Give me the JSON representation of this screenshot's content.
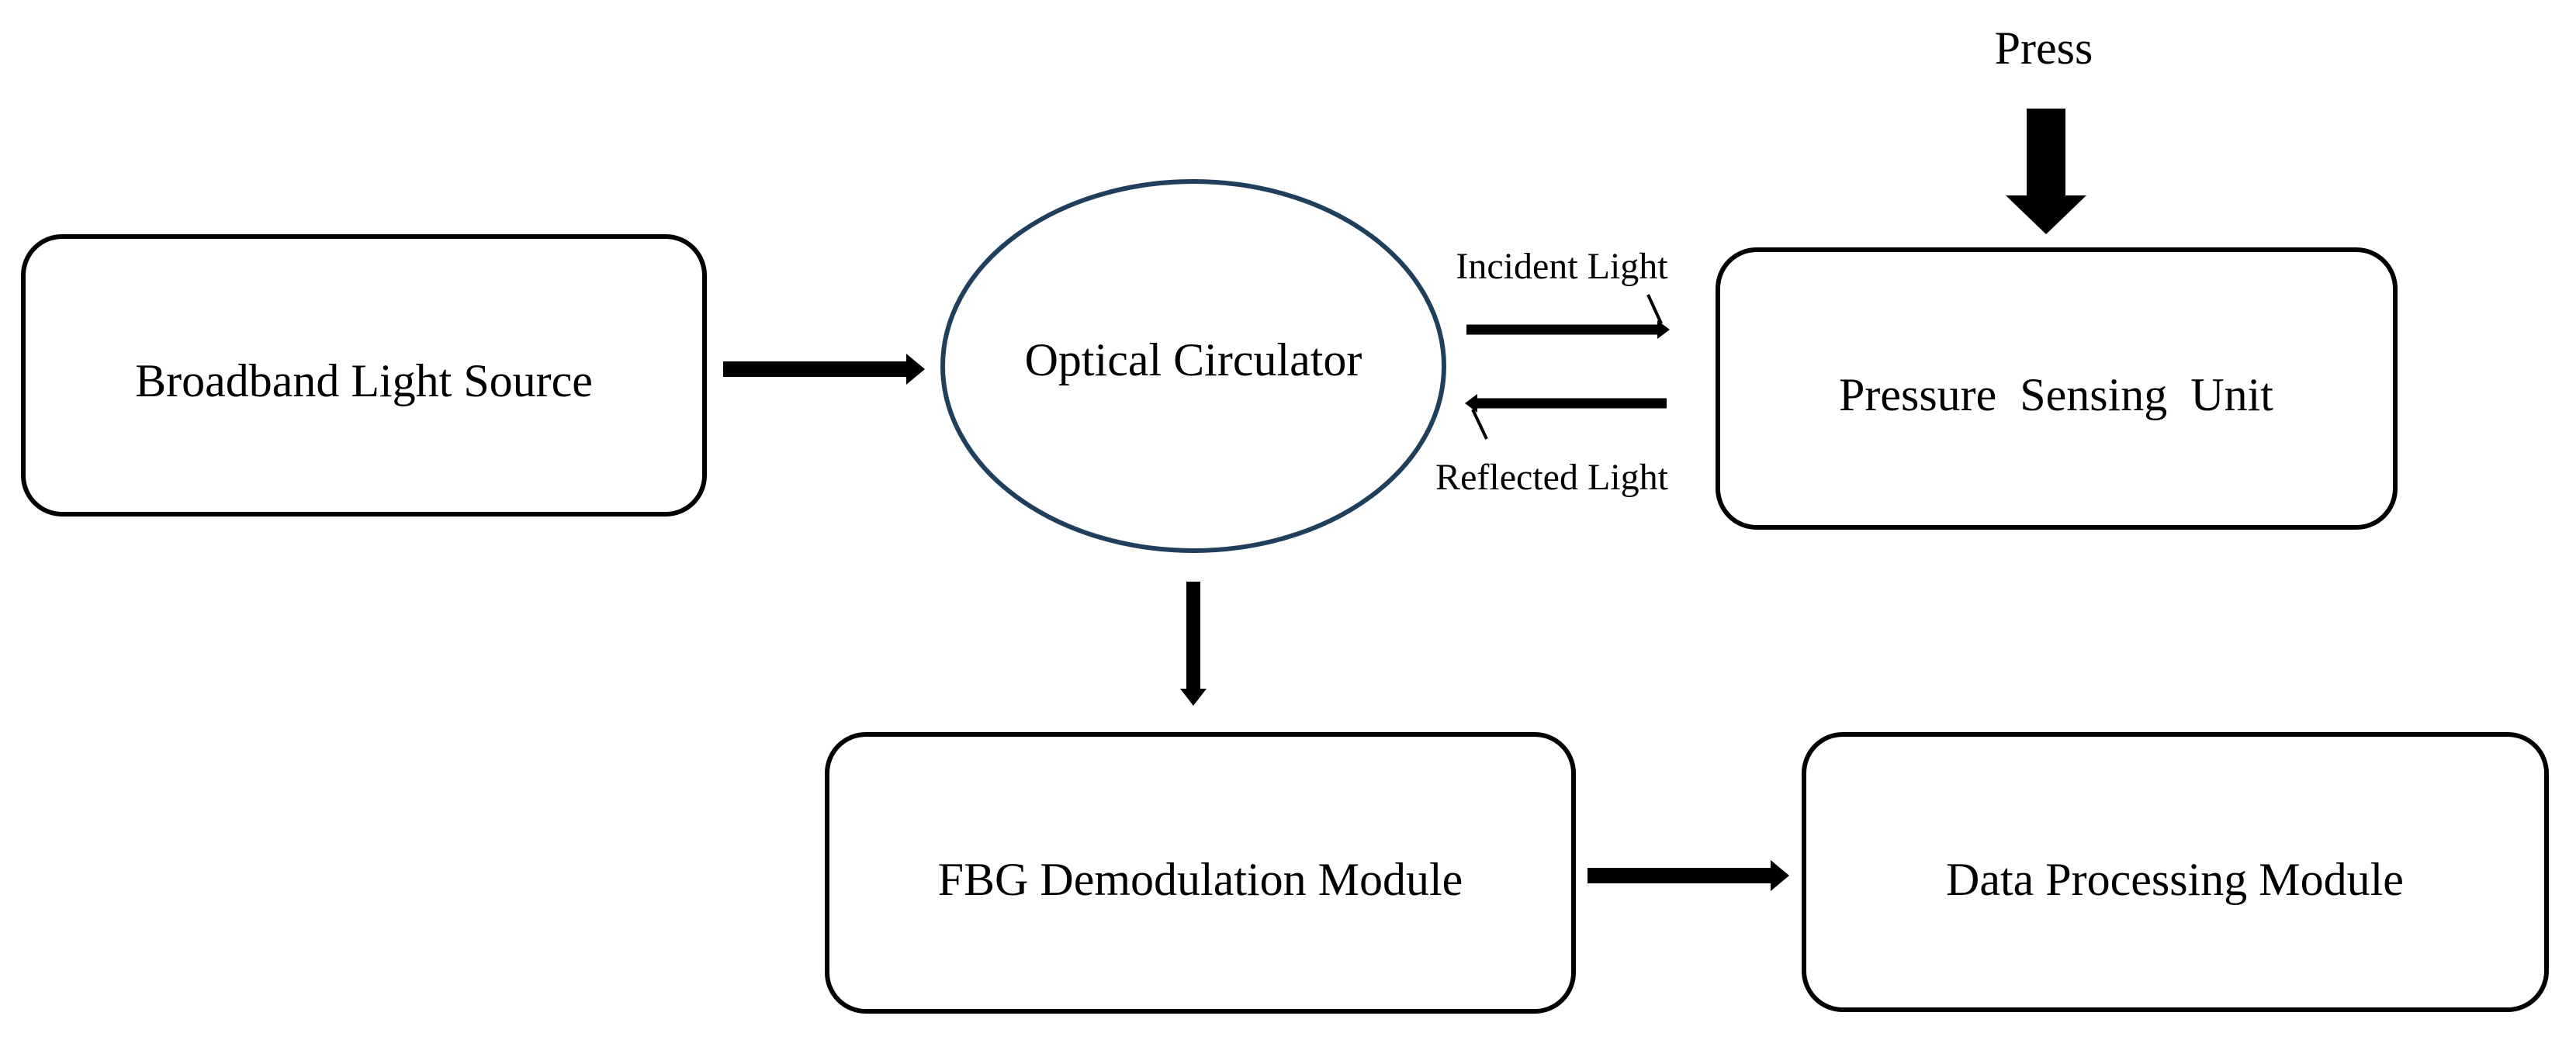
{
  "nodes": {
    "broadband_light_source": "Broadband Light Source",
    "optical_circulator": "Optical Circulator",
    "pressure_sensing_unit": "Pressure  Sensing  Unit",
    "fbg_demodulation_module": "FBG Demodulation Module",
    "data_processing_module": "Data Processing Module"
  },
  "edges": {
    "incident_light": "Incident Light",
    "reflected_light": "Reflected Light",
    "press": "Press"
  },
  "colors": {
    "box_stroke": "#000000",
    "circle_stroke": "#1f3f5c",
    "arrow": "#000000",
    "background": "#ffffff"
  }
}
